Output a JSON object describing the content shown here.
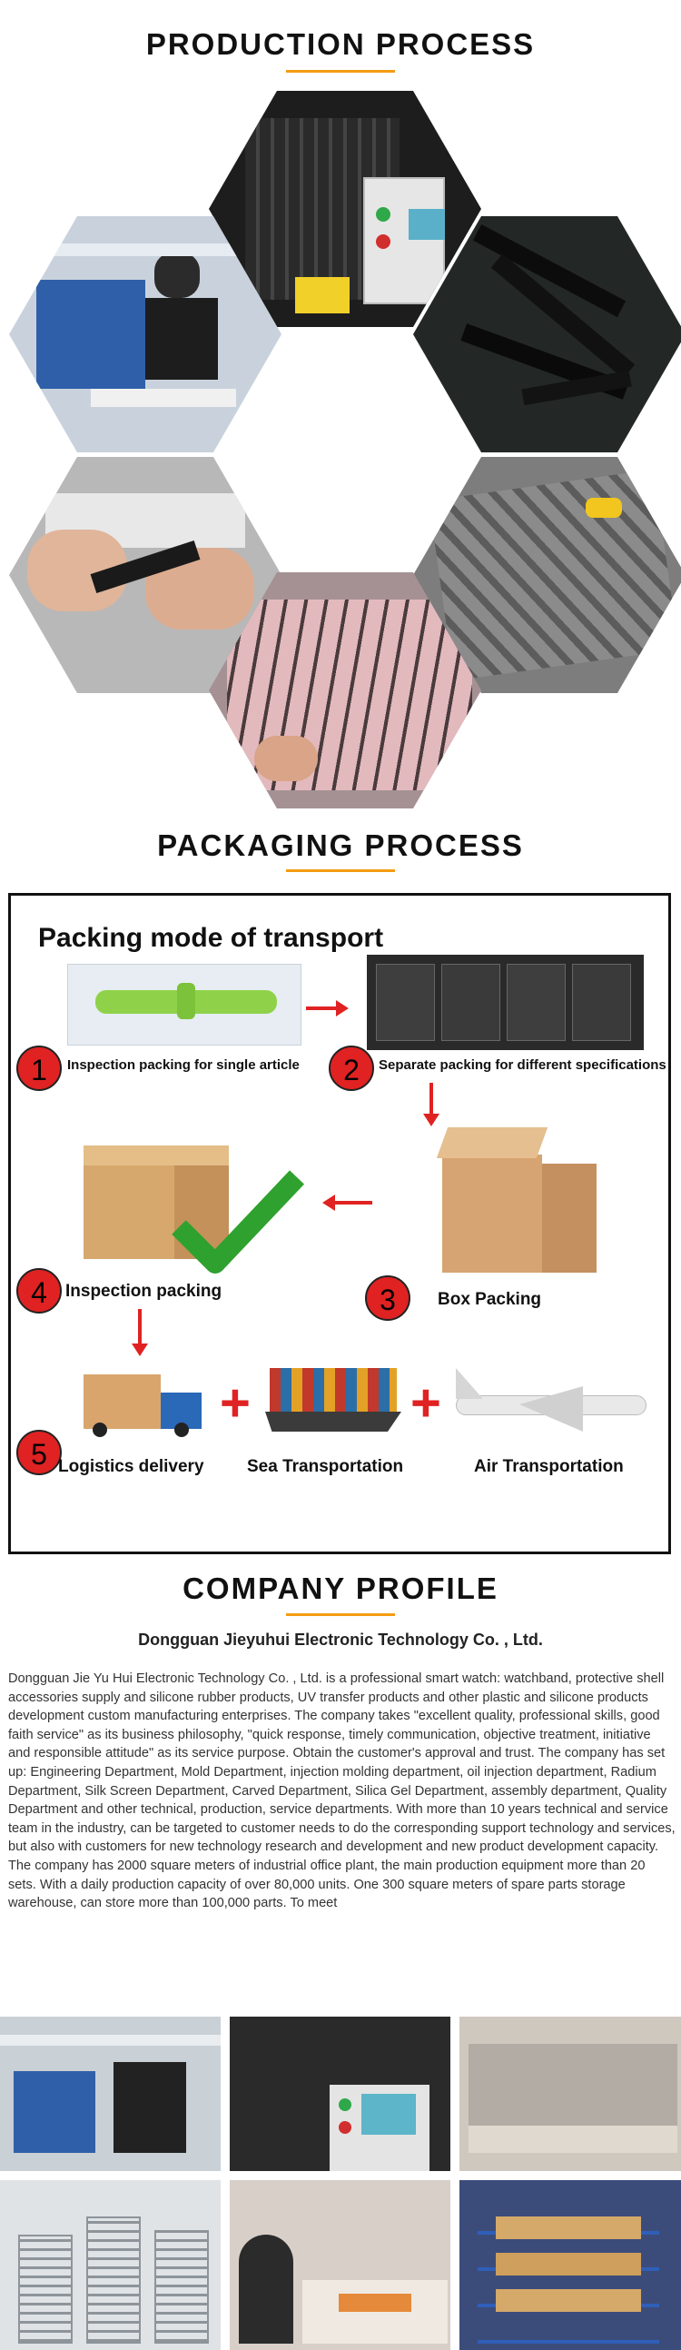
{
  "sections": {
    "production_title": "PRODUCTION PROCESS",
    "packaging_title": "PACKAGING PROCESS",
    "company_title": "COMPANY PROFILE"
  },
  "packaging": {
    "heading": "Packing mode of transport",
    "steps": [
      {
        "number": "1",
        "label": "Inspection packing for single article"
      },
      {
        "number": "2",
        "label": "Separate packing for different specifications"
      },
      {
        "number": "3",
        "label": "Box Packing"
      },
      {
        "number": "4",
        "label": "Inspection packing"
      },
      {
        "number": "5",
        "label": "Logistics delivery"
      }
    ],
    "transport": {
      "sea": "Sea Transportation",
      "air": "Air Transportation",
      "plus": "+"
    }
  },
  "company": {
    "name": "Dongguan Jieyuhui Electronic Technology Co. , Ltd.",
    "profile": "Dongguan Jie Yu Hui Electronic Technology Co. , Ltd. is a professional smart watch: watchband, protective shell accessories supply and silicone rubber products, UV transfer products and other plastic and silicone products development custom manufacturing enterprises. The company takes \"excellent quality, professional skills, good faith service\" as its business philosophy, \"quick response, timely communication, objective treatment, initiative and responsible attitude\" as its service purpose. Obtain the customer's approval and trust. The company has set up: Engineering Department, Mold Department, injection molding department, oil injection department, Radium Department, Silk Screen Department, Carved Department, Silica Gel Department, assembly department, Quality Department and other technical, production, service departments. With more than 10 years technical and service team in the industry, can be targeted to customer needs to do the corresponding support technology and services, but also with customers for new technology research and development and new product development capacity. The company has 2000 square meters of industrial office plant, the main production equipment more than 20 sets. With a daily production capacity of over 80,000 units. One 300 square meters of spare parts storage warehouse, can store more than 100,000 parts. To meet"
  },
  "colors": {
    "accent": "#f39c12",
    "step_red": "#e02222",
    "frame": "#111111"
  }
}
